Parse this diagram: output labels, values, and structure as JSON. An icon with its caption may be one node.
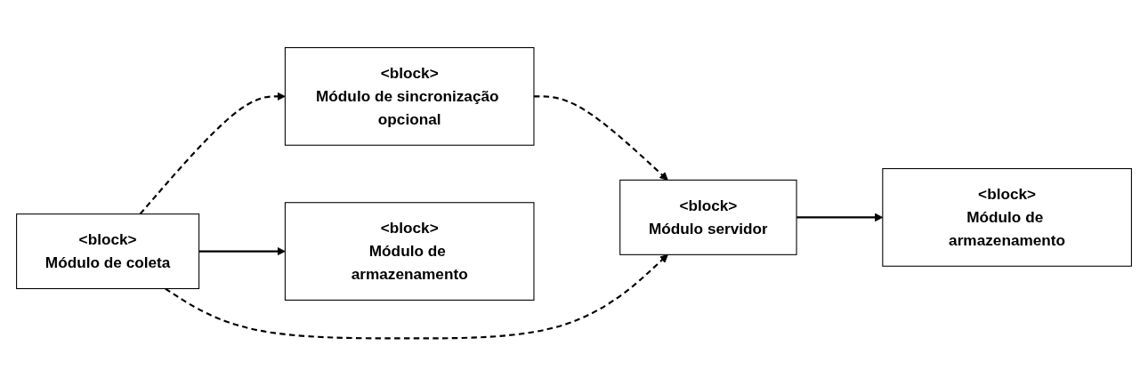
{
  "diagram": {
    "nodes": [
      {
        "text": [
          "<block>",
          "Módulo de sincronização opcional"
        ]
      },
      {
        "text": [
          "<block>",
          "Módulo de coleta"
        ]
      },
      {
        "text": [
          "<block>",
          "Módulo servidor"
        ]
      },
      {
        "text": [
          "<block>",
          "Módulo de armazenamento"
        ]
      },
      {
        "text": [
          "<block>",
          "Módulo de armazenamento"
        ]
      }
    ],
    "edges": [
      {
        "from": 1,
        "to": 0,
        "arrow": "to",
        "style": "dashed"
      },
      {
        "from": 0,
        "to": 2,
        "arrow": "to",
        "style": "dashed"
      },
      {
        "from": 1,
        "to": 2,
        "arrow": "to",
        "style": "dashed"
      },
      {
        "from": 1,
        "to": 3,
        "arrow": "to"
      },
      {
        "from": 2,
        "to": 4,
        "arrow": "to"
      }
    ]
  }
}
